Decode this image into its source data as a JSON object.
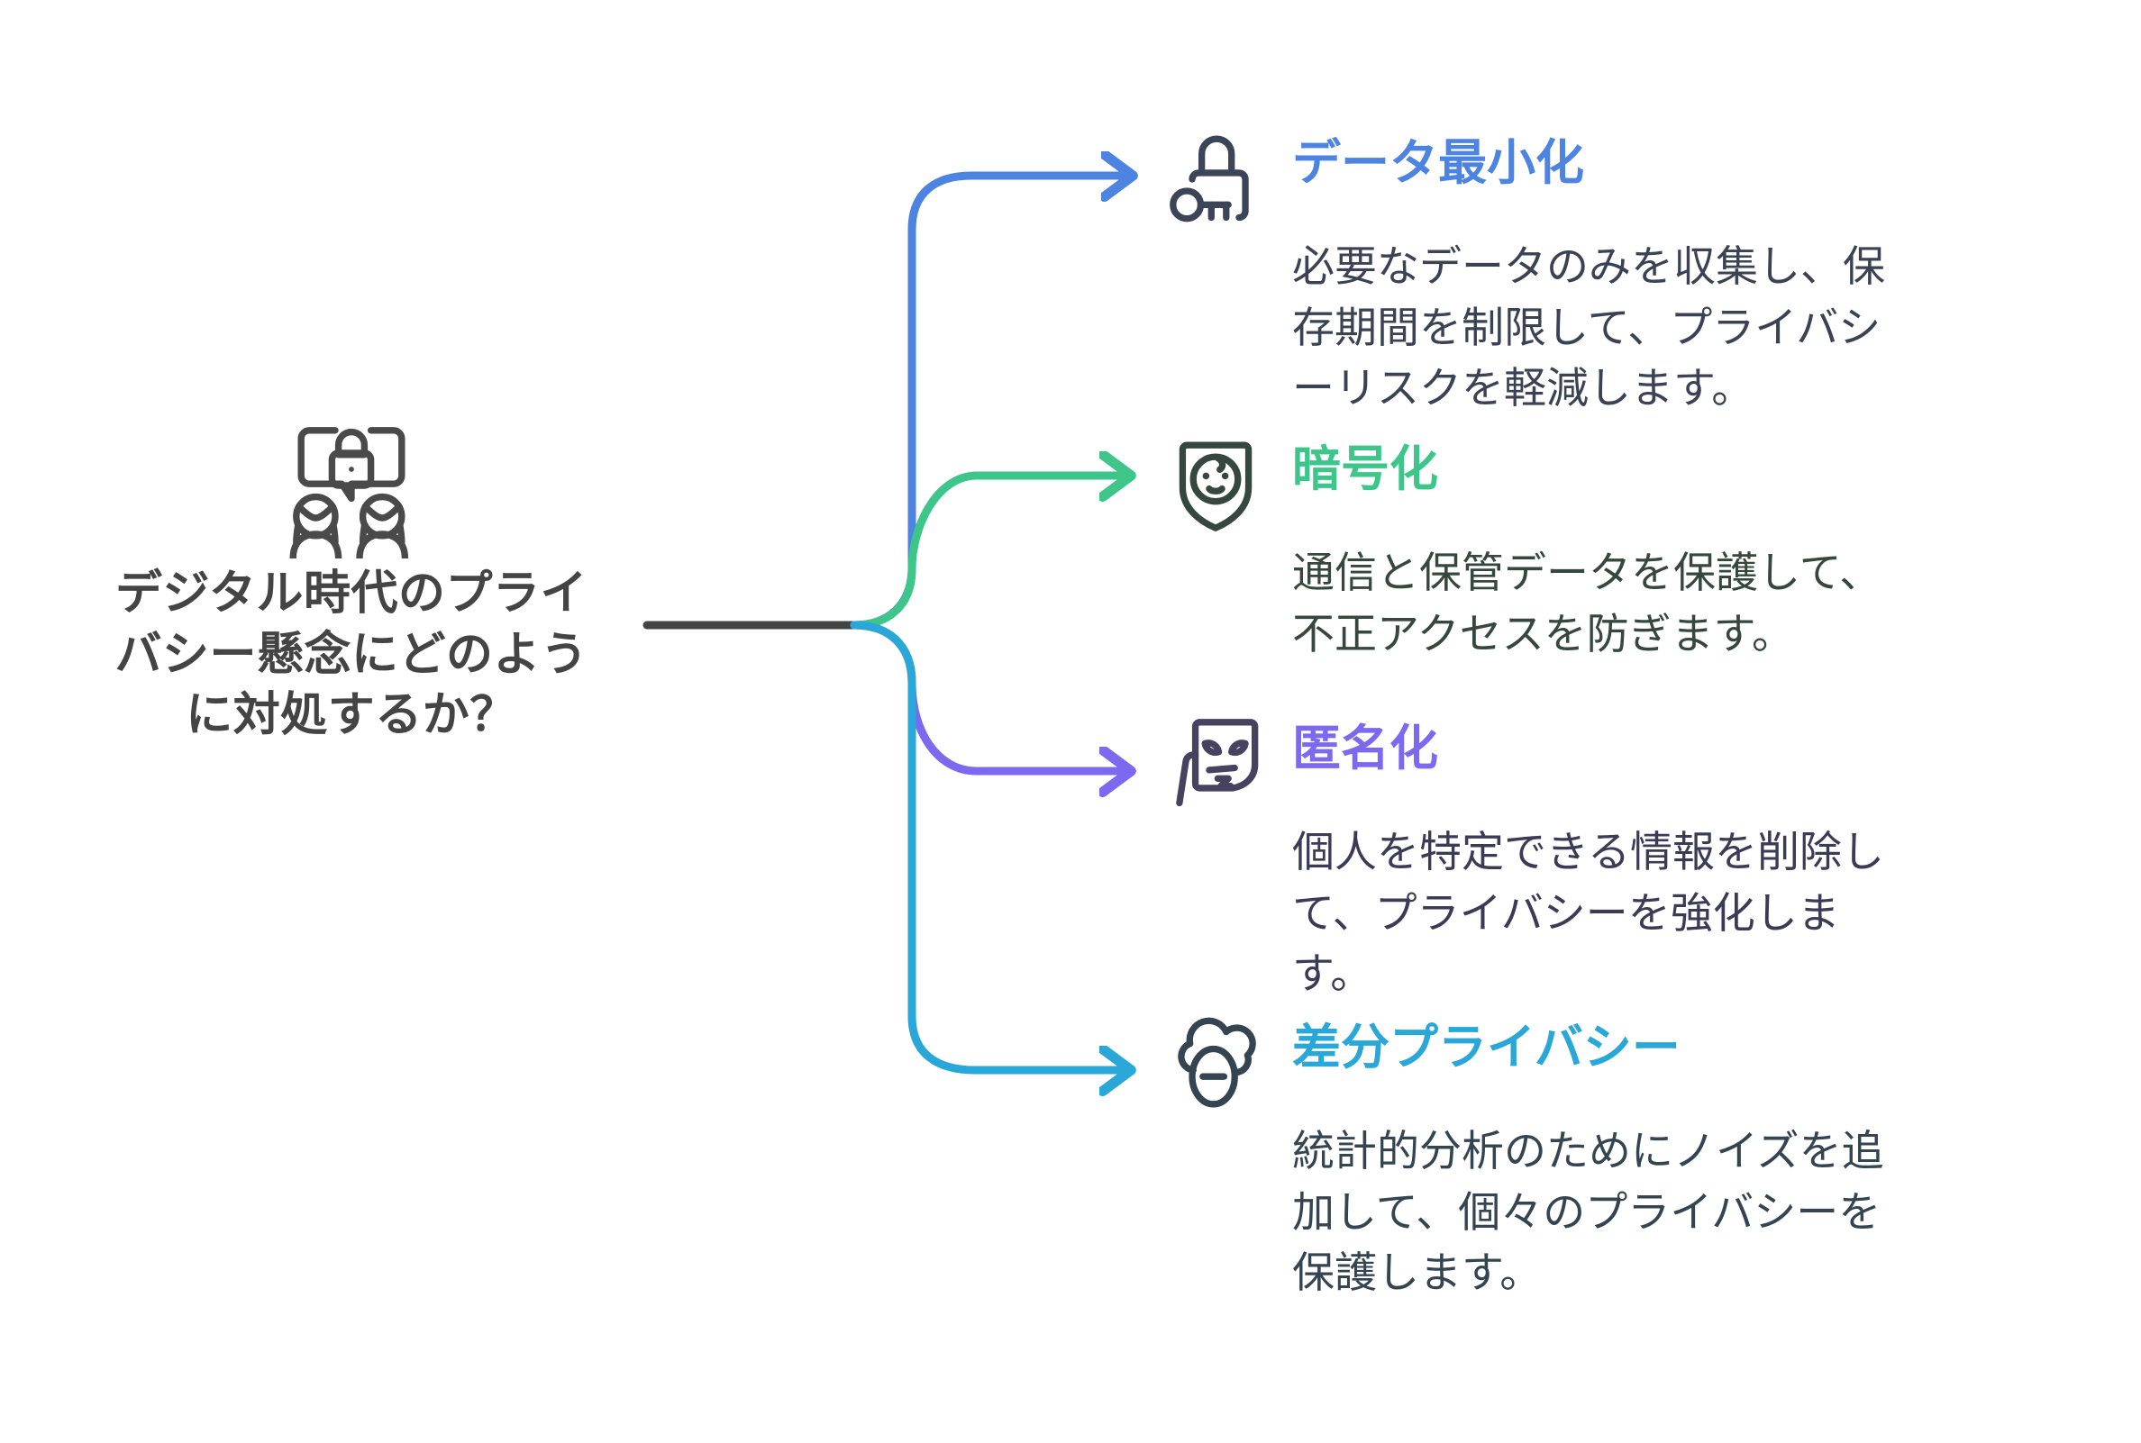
{
  "colors": {
    "background": "#ffffff",
    "trunk": "#444444",
    "root_icon": "#4a4a4a",
    "root_title": "#444444",
    "branch1_accent": "#4d84e2",
    "branch2_accent": "#3ec68a",
    "branch3_accent": "#7d68f0",
    "branch4_accent": "#28a7d8",
    "branch1_icon": "#3c4458",
    "branch2_icon": "#35473f",
    "branch3_icon": "#474260",
    "branch4_icon": "#344551",
    "branch1_body": "#3a4254",
    "branch2_body": "#35473f",
    "branch3_body": "#3d3a56",
    "branch4_body": "#344551"
  },
  "root": {
    "icon": "people-with-lock-speech-bubble-icon",
    "title": "デジタル時代のプライ\nバシー懸念にどのよう\nに対処するか？"
  },
  "branches": [
    {
      "id": "data-minimization",
      "icon": "padlock-with-key-icon",
      "label": "データ最小化",
      "body": "必要なデータのみを収集し、保存期間を制限して、プライバシーリスクを軽減します。",
      "accent": "#4d84e2"
    },
    {
      "id": "encryption",
      "icon": "shield-with-face-icon",
      "label": "暗号化",
      "body": "通信と保管データを保護して、不正アクセスを防ぎます。",
      "accent": "#3ec68a"
    },
    {
      "id": "anonymization",
      "icon": "theater-mask-icon",
      "label": "匿名化",
      "body": "個人を特定できる情報を削除して、プライバシーを強化します。",
      "accent": "#7d68f0"
    },
    {
      "id": "differential-privacy",
      "icon": "cloud-with-minus-icon",
      "label": "差分プライバシー",
      "body": "統計的分析のためにノイズを追加して、個々のプライバシーを保護します。",
      "accent": "#28a7d8"
    }
  ]
}
